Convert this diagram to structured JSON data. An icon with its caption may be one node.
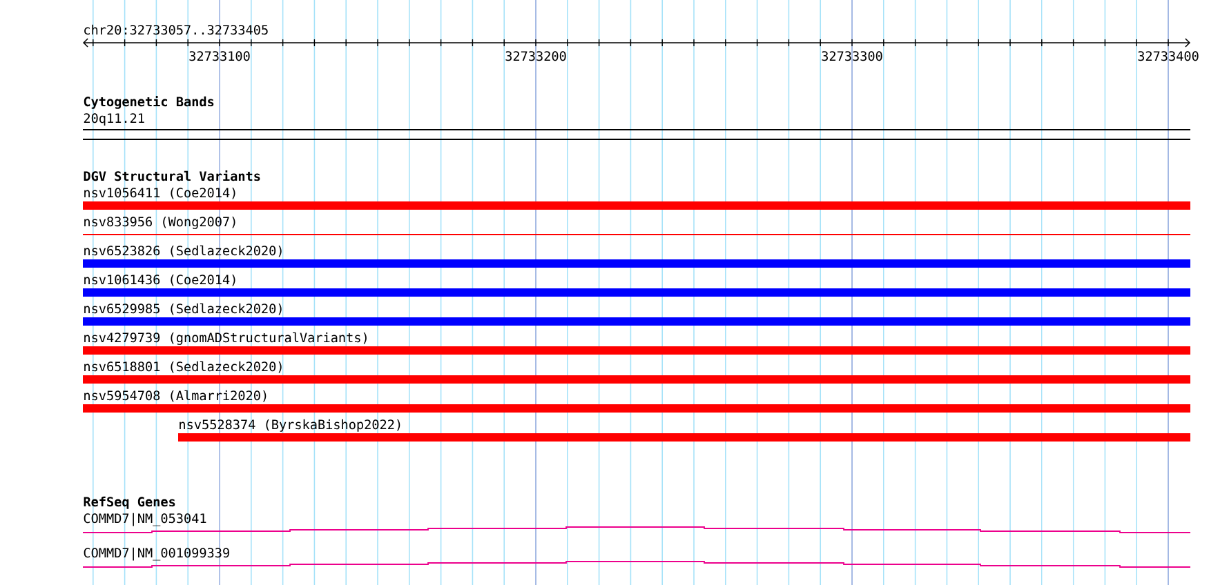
{
  "diagram": {
    "nodes": [
      {
        "text": [
          "20q11.21"
        ]
      },
      {
        "text": [
          "nsv1056411 (Coe2014)"
        ]
      },
      {
        "text": [
          "nsv833956 (Wong2007)"
        ]
      },
      {
        "text": [
          "nsv6523826 (Sedlazeck2020)"
        ]
      },
      {
        "text": [
          "nsv1061436 (Coe2014)"
        ]
      },
      {
        "text": [
          "nsv6529985 (Sedlazeck2020)"
        ]
      },
      {
        "text": [
          "nsv4279739 (gnomADStructuralVariants)"
        ]
      },
      {
        "text": [
          "nsv6518801 (Sedlazeck2020)"
        ]
      },
      {
        "text": [
          "nsv5954708 (Almarri2020)"
        ]
      },
      {
        "text": [
          "nsv5528374 (ByrskaBishop2022)"
        ]
      },
      {
        "text": [
          "COMMD7|NM_053041"
        ]
      },
      {
        "text": [
          "COMMD7|NM_001099339"
        ]
      }
    ],
    "labels": [
      "chr20:32733057..32733405",
      "32733100",
      "32733200",
      "32733300",
      "32733400",
      "Cytogenetic Bands",
      "DGV Structural Variants",
      "RefSeq Genes"
    ]
  }
}
